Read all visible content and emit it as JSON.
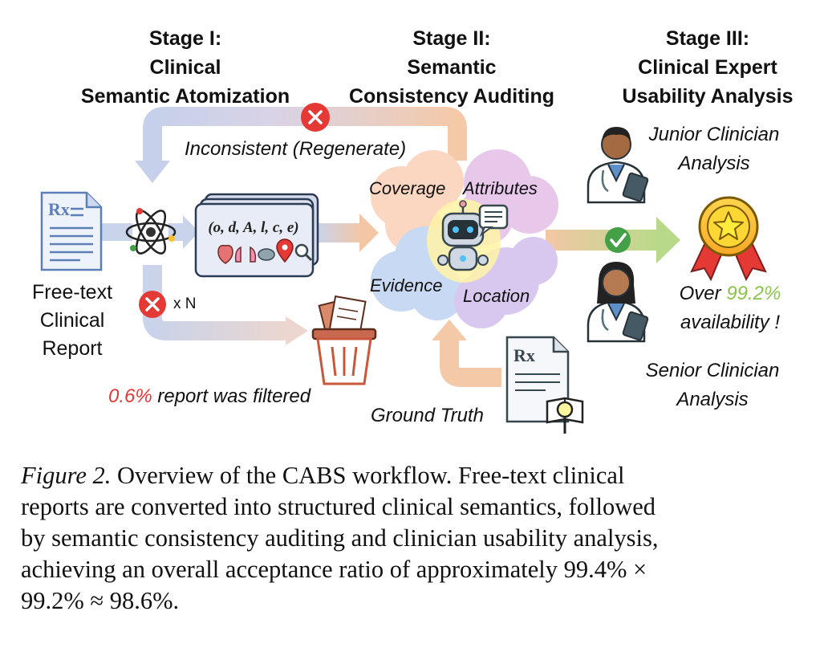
{
  "stages": [
    {
      "line1": "Stage I:",
      "line2": "Clinical",
      "line3": "Semantic Atomization"
    },
    {
      "line1": "Stage II:",
      "line2": "Semantic",
      "line3": "Consistency Auditing"
    },
    {
      "line1": "Stage III:",
      "line2": "Clinical Expert",
      "line3": "Usability Analysis"
    }
  ],
  "loop_label": "Inconsistent (Regenerate)",
  "input_label": {
    "line1": "Free-text",
    "line2": "Clinical",
    "line3": "Report"
  },
  "tuple_label": "(o, d, A, l, c, e)",
  "retry_label": "x N",
  "filtered": {
    "percent": "0.6%",
    "rest": " report was filtered"
  },
  "audit_clouds": {
    "coverage": "Coverage",
    "attributes": "Attributes",
    "evidence": "Evidence",
    "location": "Location"
  },
  "ground_truth": "Ground Truth",
  "junior": {
    "line1": "Junior Clinician",
    "line2": "Analysis"
  },
  "senior": {
    "line1": "Senior Clinician",
    "line2": "Analysis"
  },
  "availability": {
    "over": "Over ",
    "percent": "99.2%",
    "line2": "availability !"
  },
  "colors": {
    "red": "#e53935",
    "green": "#8bc34a",
    "blue_arrow": "#c9d3ea",
    "orange_arrow": "#f4c9a8"
  },
  "caption": {
    "fig_num": "Figure 2.",
    "line1": " Overview of the CABS workflow.  Free-text clinical",
    "line2": "reports are converted into structured clinical semantics, followed",
    "line3": "by semantic consistency auditing and clinician usability analysis,",
    "line4": "achieving an overall acceptance ratio of approximately 99.4% ×",
    "line5": "99.2% ≈ 98.6%."
  }
}
